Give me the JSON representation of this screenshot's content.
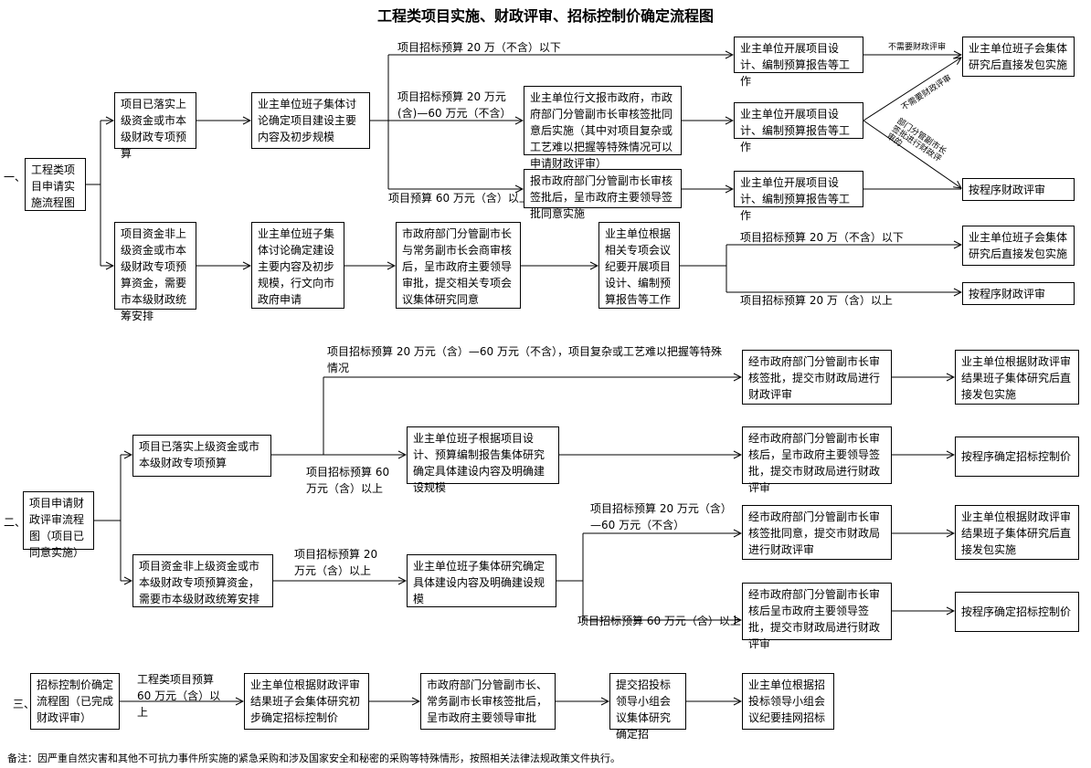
{
  "title": "工程类项目实施、财政评审、招标控制价确定流程图",
  "section1": {
    "num": "一、",
    "start": "工程类项目申请实施流程图",
    "a_funded": "项目已落实上级资金或市本级财政专项预算",
    "a_discuss": "业主单位班子集体讨论确定项目建设主要内容及初步规模",
    "lbl_under20": "项目招标预算 20 万（不含）以下",
    "lbl_20to60": "项目招标预算 20 万元(含)—60 万元（不含）",
    "lbl_over60": "项目预算 60 万元（含）以上",
    "a_report_gov": "业主单位行文报市政府，市政府部门分管副市长审核签批同意后实施（其中对项目复杂或工艺难以把握等特殊情况可以申请财政评审）",
    "a_report_mayor": "报市政府部门分管副市长审核签批后，呈市政府主要领导签批同意实施",
    "a_design1": "业主单位开展项目设计、编制预算报告等工作",
    "a_design2": "业主单位开展项目设计、编制预算报告等工作",
    "a_design3": "业主单位开展项目设计、编制预算报告等工作",
    "lbl_no_review": "不需要财政评审",
    "lbl_no_review2": "不需要财政评审",
    "lbl_dept_review": "部门分管副市长签批进行财政评审的",
    "a_direct": "业主单位班子会集体研究后直接发包实施",
    "a_review": "按程序财政评审",
    "b_nonfunded": "项目资金非上级资金或市本级财政专项预算资金，需要市本级财政统筹安排",
    "b_discuss": "业主单位班子集体讨论确定建设主要内容及初步规模，行文向市政府申请",
    "b_mayors": "市政府部门分管副市长与常务副市长会商审核后，呈市政府主要领导审批，提交相关专项会议集体研究同意",
    "b_design": "业主单位根据相关专项会议纪要开展项目设计、编制预算报告等工作",
    "lbl_b_under20": "项目招标预算 20 万（不含）以下",
    "lbl_b_over20": "项目招标预算 20 万（含）以上",
    "b_direct": "业主单位班子会集体研究后直接发包实施",
    "b_review": "按程序财政评审"
  },
  "section2": {
    "num": "二、",
    "start": "项目申请财政评审流程图（项目已同意实施）",
    "a_funded": "项目已落实上级资金或市本级财政专项预算",
    "b_nonfunded": "项目资金非上级资金或市本级财政专项预算资金，需要市本级财政统筹安排",
    "lbl_special": "项目招标预算 20 万元（含）—60 万元（不含），项目复杂或工艺难以把握等特殊情况",
    "lbl_a_over60": "项目招标预算 60 万元（含）以上",
    "lbl_b_over20": "项目招标预算 20 万元（含）以上",
    "a_discuss": "业主单位班子根据项目设计、预算编制报告集体研究确定具体建设内容及明确建设规模",
    "b_discuss": "业主单位班子集体研究确定具体建设内容及明确建设规模",
    "a_special_review": "经市政府部门分管副市长审核签批，提交市财政局进行财政评审",
    "a_over60_review": "经市政府部门分管副市长审核后，呈市政府主要领导签批，提交市财政局进行财政评审",
    "lbl_b_20to60": "项目招标预算 20 万元（含）—60 万元（不含）",
    "lbl_b_over60": "项目招标预算 60 万元（含）以上",
    "b_20to60_review": "经市政府部门分管副市长审核签批同意，提交市财政局进行财政评审",
    "b_over60_review": "经市政府部门分管副市长审核后呈市政府主要领导签批，提交市财政局进行财政评审",
    "result_direct1": "业主单位根据财政评审结果班子集体研究后直接发包实施",
    "result_price1": "按程序确定招标控制价",
    "result_direct2": "业主单位根据财政评审结果班子集体研究后直接发包实施",
    "result_price2": "按程序确定招标控制价"
  },
  "section3": {
    "num": "三、",
    "start": "招标控制价确定流程图（已完成财政评审）",
    "lbl": "工程类项目预算 60 万元（含）以上",
    "step1": "业主单位根据财政评审结果班子会集体研究初步确定招标控制价",
    "step2": "市政府部门分管副市长、常务副市长审核签批后，呈市政府主要领导审批",
    "step3": "提交招投标领导小组会议集体研究确定招",
    "step4": "业主单位根据招投标领导小组会议纪要挂网招标"
  },
  "note": "备注：因严重自然灾害和其他不可抗力事件所实施的紧急采购和涉及国家安全和秘密的采购等特殊情形，按照相关法律法规政策文件执行。"
}
